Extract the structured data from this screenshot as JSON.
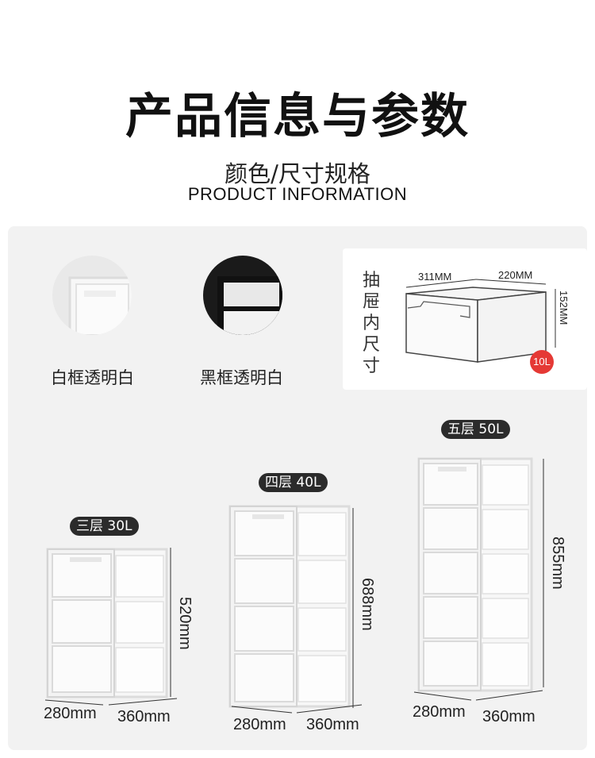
{
  "header": {
    "title": "产品信息与参数",
    "subtitle": "颜色/尺寸规格",
    "subtitle_en": "PRODUCT INFORMATION"
  },
  "colors": {
    "options": [
      {
        "label": "白框透明白",
        "frame_color": "#f0f0f0",
        "icon": "white-frame-drawer"
      },
      {
        "label": "黑框透明白",
        "frame_color": "#111111",
        "icon": "black-frame-drawer"
      }
    ]
  },
  "drawer_size": {
    "label": "抽屉内尺寸",
    "length": "311MM",
    "width": "220MM",
    "height": "152MM",
    "volume": "10L",
    "badge_color": "#e53935"
  },
  "cabinets": [
    {
      "name": "三层 30L",
      "height": "520mm",
      "depth": "280mm",
      "width": "360mm",
      "drawers": 3
    },
    {
      "name": "四层 40L",
      "height": "688mm",
      "depth": "280mm",
      "width": "360mm",
      "drawers": 4
    },
    {
      "name": "五层 50L",
      "height": "855mm",
      "depth": "280mm",
      "width": "360mm",
      "drawers": 5
    }
  ]
}
